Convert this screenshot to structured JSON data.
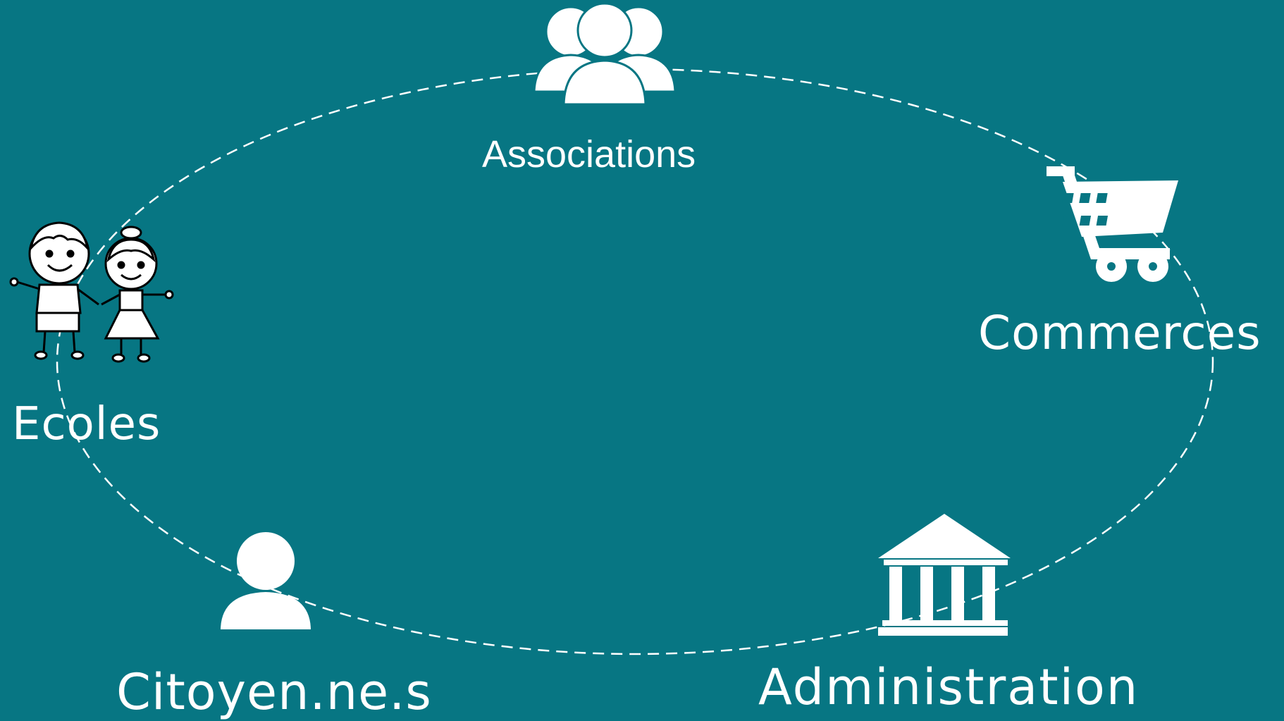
{
  "diagram": {
    "background_color": "#077683",
    "foreground_color": "#ffffff",
    "nodes": [
      {
        "id": "associations",
        "label": "Associations",
        "icon": "group-of-people-icon"
      },
      {
        "id": "commerces",
        "label": "Commerces",
        "icon": "shopping-cart-icon"
      },
      {
        "id": "ecoles",
        "label": "Ecoles",
        "icon": "children-holding-hands-icon"
      },
      {
        "id": "citoyens",
        "label": "Citoyen.ne.s",
        "icon": "person-icon"
      },
      {
        "id": "administration",
        "label": "Administration",
        "icon": "government-building-icon"
      }
    ],
    "connector": "dashed-ellipse"
  }
}
